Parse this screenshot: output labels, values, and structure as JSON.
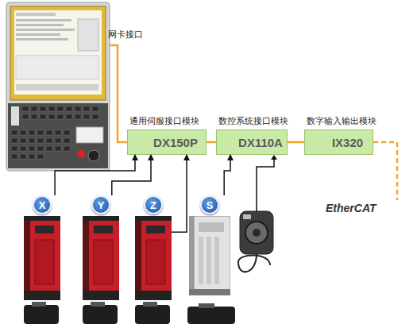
{
  "diagram": {
    "nodes": [
      {
        "text": [
          "通用伺服接口模块",
          "DX150P"
        ]
      },
      {
        "text": [
          "数控系统接口模块",
          "DX110A"
        ]
      },
      {
        "text": [
          "数字输入输出模块",
          "IX320"
        ]
      },
      {
        "text": [
          "X"
        ]
      },
      {
        "text": [
          "Y"
        ]
      },
      {
        "text": [
          "Z"
        ]
      },
      {
        "text": [
          "S"
        ]
      }
    ],
    "edges": [
      {
        "from": 3,
        "to": 0,
        "arrow": "to"
      },
      {
        "from": 4,
        "to": 0,
        "arrow": "to"
      },
      {
        "from": 5,
        "to": 0,
        "arrow": "to"
      },
      {
        "from": 6,
        "to": 1,
        "arrow": "to"
      },
      {
        "from": 0,
        "to": 1,
        "arrow": "none"
      },
      {
        "from": 1,
        "to": 2,
        "arrow": "none"
      }
    ],
    "labels": [
      "网卡接口",
      "EtherCAT"
    ]
  }
}
